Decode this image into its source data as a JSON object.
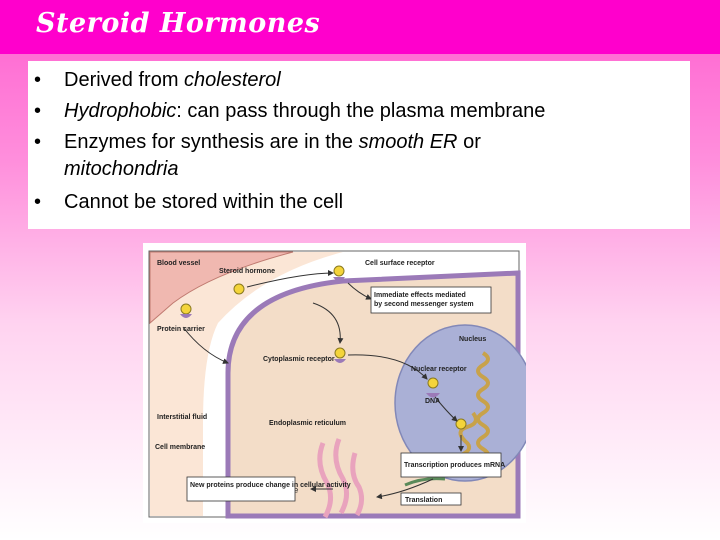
{
  "slide": {
    "title": "Steroid Hormones",
    "bullets": [
      {
        "parts": [
          {
            "text": "Derived from ",
            "italic": false
          },
          {
            "text": "cholesterol",
            "italic": true
          }
        ]
      },
      {
        "parts": [
          {
            "text": "Hydrophobic",
            "italic": true
          },
          {
            "text": ": can pass through the plasma membrane",
            "italic": false
          }
        ]
      },
      {
        "parts": [
          {
            "text": "Enzymes for synthesis are in the ",
            "italic": false
          },
          {
            "text": "smooth ER",
            "italic": true
          },
          {
            "text": " or ",
            "italic": false
          },
          {
            "text": "mitochondria",
            "italic": true
          }
        ]
      },
      {
        "parts": [
          {
            "text": "Cannot be stored within the cell",
            "italic": false
          }
        ]
      }
    ]
  },
  "figure": {
    "labels": {
      "blood_vessel": "Blood vessel",
      "steroid_hormone": "Steroid hormone",
      "cell_surface_receptor": "Cell surface receptor",
      "immediate_effects": "Immediate effects mediated by second messenger system",
      "protein_carrier": "Protein carrier",
      "nucleus": "Nucleus",
      "cytoplasmic_receptor": "Cytoplasmic receptor",
      "nuclear_receptor": "Nuclear receptor",
      "dna": "DNA",
      "interstitial_fluid": "Interstitial fluid",
      "endoplasmic_reticulum": "Endoplasmic reticulum",
      "cell_membrane": "Cell membrane",
      "transcription": "Transcription produces mRNA",
      "new_proteins": "New proteins produce change in cellular activity",
      "translation": "Translation"
    },
    "colors": {
      "cytoplasm": "#f3ddc8",
      "interstitial": "#fbe6d6",
      "blood_vessel": "#f0b8b0",
      "nucleus": "#aab0d6",
      "hormone": "#f4d43a",
      "receptor": "#9b7ab8",
      "er": "#e9a3bd",
      "dna": "#c8a24a"
    }
  }
}
